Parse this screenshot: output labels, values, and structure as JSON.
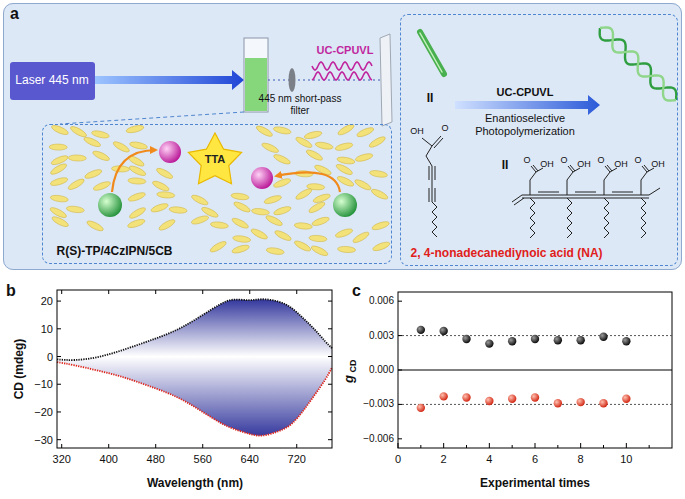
{
  "diagram": {
    "nodes": [
      {
        "text": [
          "a"
        ]
      },
      {
        "text": [
          "Laser 445 nm"
        ],
        "in": 0
      },
      {
        "text": [
          "R(S)-TP/4CzIPN/5CB"
        ],
        "in": 0
      },
      {
        "text": [
          "TTA"
        ],
        "in": 2
      },
      {
        "text": [
          "2, 4-nonadecanediynoic acid (NA)"
        ],
        "in": 0
      }
    ],
    "labels": [
      "445 nm short-pass filter",
      "UC-CPUVL",
      "UC-CPUVL",
      "Enantioselective Photopolymerization",
      "II",
      "II",
      "O",
      "OH",
      "O",
      "OH",
      "O",
      "OH",
      "O",
      "OH",
      "O",
      "OH",
      "b",
      "20",
      "10",
      "0",
      "−10",
      "−20",
      "−30",
      "320",
      "400",
      "480",
      "560",
      "640",
      "720",
      "CD (mdeg)",
      "Wavelength (nm)",
      "c",
      "0.006",
      "0.003",
      "0.000",
      "−0.003",
      "−0.006",
      "0",
      "2",
      "4",
      "6",
      "8",
      "10",
      "g",
      "CD",
      "Experimental times"
    ]
  }
}
